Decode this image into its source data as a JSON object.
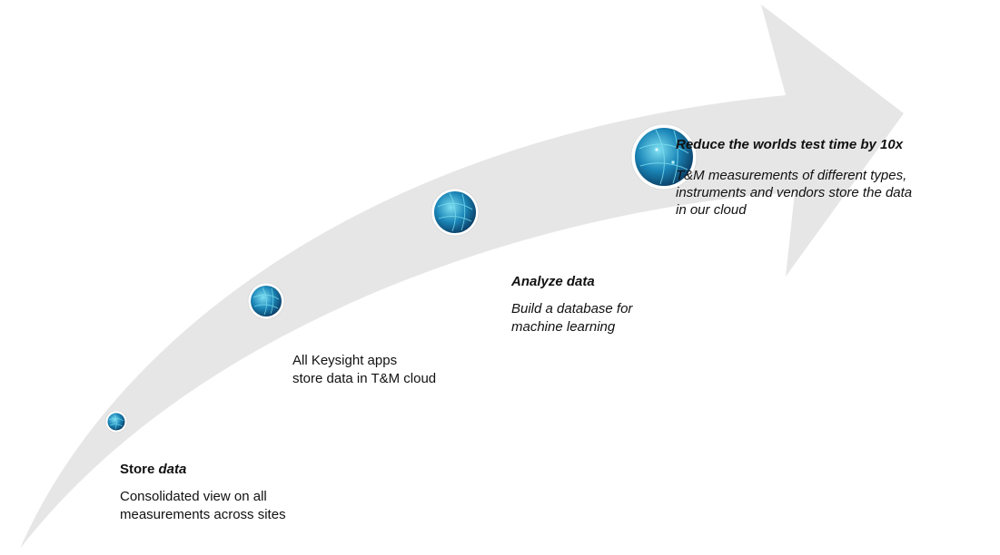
{
  "colors": {
    "arrow_fill": "#e6e6e6",
    "globe_dark": "#0b3f66",
    "globe_mid": "#1b86b8",
    "globe_light": "#7fe0f2",
    "globe_ring": "#ffffff"
  },
  "steps": [
    {
      "title_prefix": "Store ",
      "title_emphasis": "data",
      "description_lines": [
        "Consolidated view on all",
        "measurements across sites"
      ],
      "icon": "globe-icon"
    },
    {
      "description_lines": [
        "All Keysight apps",
        "store data in T&M cloud"
      ],
      "icon": "globe-icon"
    },
    {
      "title": "Analyze data",
      "description_lines": [
        "Build a database for",
        "machine learning"
      ],
      "icon": "globe-icon"
    },
    {
      "title": "Reduce the worlds test time by 10x",
      "description_lines": [
        "T&M measurements of different types,",
        "instruments and vendors store the data",
        "in our cloud"
      ],
      "icon": "globe-icon"
    }
  ]
}
